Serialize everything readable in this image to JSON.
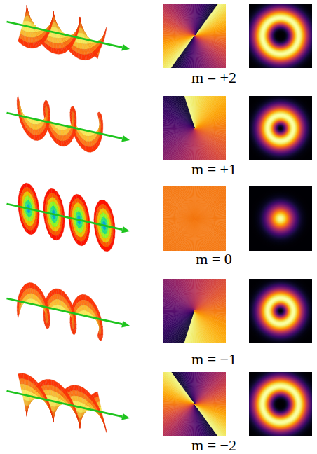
{
  "diagram": {
    "labels": [
      "m = +2",
      "m = +1",
      "m = 0",
      "m = −1",
      "m = −2"
    ]
  }
}
